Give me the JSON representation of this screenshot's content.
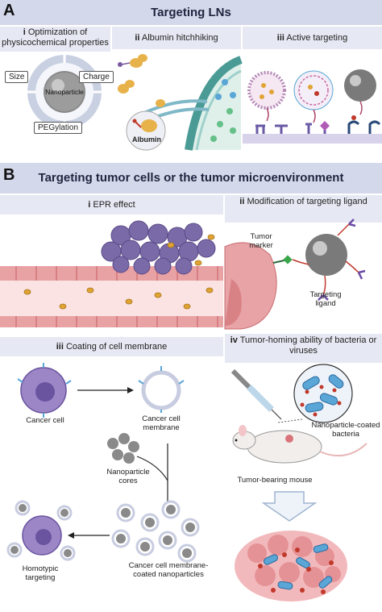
{
  "panel_a": {
    "letter": "A",
    "title": "Targeting LNs",
    "sub_i": {
      "num": "i",
      "text": "Optimization of physicochemical properties"
    },
    "sub_ii": {
      "num": "ii",
      "text": "Albumin hitchhiking"
    },
    "sub_iii": {
      "num": "iii",
      "text": "Active targeting"
    },
    "size_label": "Size",
    "charge_label": "Charge",
    "peg_label": "PEGylation",
    "nanoparticle_label": "Nanoparticle",
    "albumin_label": "Albumin"
  },
  "panel_b": {
    "letter": "B",
    "title": "Targeting tumor cells or the tumor microenvironment",
    "sub_i": {
      "num": "i",
      "text": "EPR effect"
    },
    "sub_ii": {
      "num": "ii",
      "text": "Modification of targeting ligand"
    },
    "sub_iii": {
      "num": "iii",
      "text": "Coating of cell membrane"
    },
    "sub_iv": {
      "num": "iv",
      "text": "Tumor-homing ability of bacteria or viruses"
    },
    "tumor_marker": "Tumor marker",
    "targeting_ligand": "Targeting ligand",
    "cancer_cell": "Cancer cell",
    "cancer_cell_membrane": "Cancer cell membrane",
    "nanoparticle_cores": "Nanoparticle cores",
    "coated_nanoparticles": "Cancer cell membrane-coated nanoparticles",
    "homotypic_targeting": "Homotypic targeting",
    "np_coated_bacteria": "Nanoparticle-coated bacteria",
    "tumor_bearing_mouse": "Tumor-bearing mouse"
  },
  "colors": {
    "band": "#d3d8ea",
    "subband": "#e6e9f3",
    "tumor_purple": "#7b6aa8",
    "vessel_red": "#d9757a",
    "gold_np": "#e0a435",
    "bacteria_blue": "#5aa6d6",
    "tumor_pink": "#e8a3a6"
  }
}
